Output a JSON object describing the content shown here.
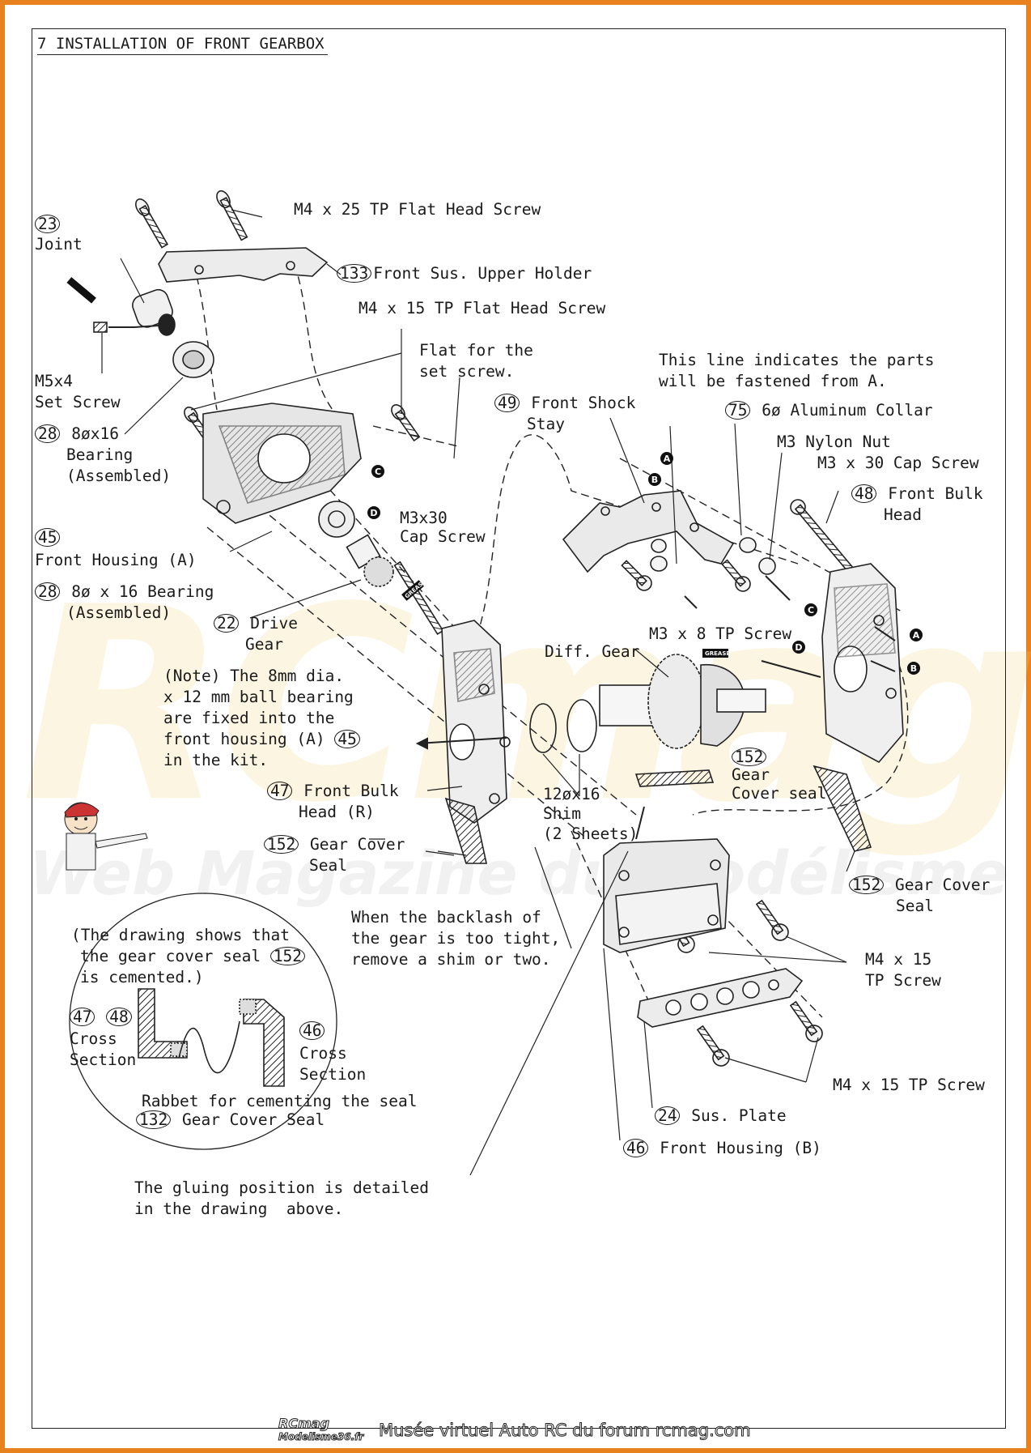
{
  "title": "7 INSTALLATION OF FRONT GEARBOX",
  "labels": {
    "m4x25": "M4 x 25 TP Flat Head Screw",
    "joint_num": "23",
    "joint": "Joint",
    "upper_holder_num": "133",
    "upper_holder": "Front Sus. Upper Holder",
    "m4x15_flat": "M4 x 15 TP Flat Head Screw",
    "flat_line1": "Flat for the",
    "flat_line2": "set screw.",
    "line_a_1": "This line indicates the parts",
    "line_a_2": "will be fastened from A.",
    "set_screw_1": "M5x4",
    "set_screw_2": "Set Screw",
    "bearing1_num": "28",
    "bearing1_1": "8øx16",
    "bearing1_2": "Bearing",
    "bearing1_3": "(Assembled)",
    "shock_stay_num": "49",
    "shock_stay_1": "Front Shock",
    "shock_stay_2": "Stay",
    "collar_num": "75",
    "collar": "6ø Aluminum Collar",
    "nylon_nut": "M3 Nylon Nut",
    "cap_screw_30": "M3 x 30 Cap Screw",
    "bulk_head_num": "48",
    "bulk_head_1": "Front Bulk",
    "bulk_head_2": "Head",
    "m3x30_1": "M3x30",
    "m3x30_2": "Cap Screw",
    "housing_a_num": "45",
    "housing_a": "Front Housing (A)",
    "bearing2_num": "28",
    "bearing2_1": "8ø x 16 Bearing",
    "bearing2_2": "(Assembled)",
    "drive_gear_num": "22",
    "drive_gear_1": "Drive",
    "drive_gear_2": "Gear",
    "m3x8": "M3 x 8 TP Screw",
    "diff_gear": "Diff. Gear",
    "note_1": "(Note) The 8mm dia.",
    "note_2": "x 12 mm ball bearing",
    "note_3": "are fixed into the",
    "note_4": "front housing (A)",
    "note_4_num": "45",
    "note_5": "in the kit.",
    "seal_r_num": "152",
    "seal_r_1": "Gear",
    "seal_r_2": "Cover seal",
    "bulk_r_num": "47",
    "bulk_r_1": "Front Bulk",
    "bulk_r_2": "Head (R)",
    "shim_1": "12øx16",
    "shim_2": "Shim",
    "shim_3": "(2 Sheets)",
    "seal_l_num": "152",
    "seal_l_1": "Gear Cover",
    "seal_l_2": "Seal",
    "seal_rr_num": "152",
    "seal_rr_1": "Gear Cover",
    "seal_rr_2": "Seal",
    "backlash_1": "When the backlash of",
    "backlash_2": "the gear is too tight,",
    "backlash_3": "remove a shim or two.",
    "drawing_1": "(The drawing shows that",
    "drawing_2": "the gear cover seal",
    "drawing_2_num": "152",
    "drawing_3": "is cemented.)",
    "cross_l_num1": "47",
    "cross_l_num2": "48",
    "cross_l_1": "Cross",
    "cross_l_2": "Section",
    "cross_r_num": "46",
    "cross_r_1": "Cross",
    "cross_r_2": "Section",
    "rabbet": "Rabbet for cementing the seal",
    "seal132_num": "132",
    "seal132": "Gear Cover Seal",
    "m4x15_1": "M4 x 15",
    "m4x15_2": "TP Screw",
    "m4x15_b": "M4 x 15 TP Screw",
    "sus_plate_num": "24",
    "sus_plate": "Sus. Plate",
    "housing_b_num": "46",
    "housing_b": "Front Housing (B)",
    "gluing_1": "The gluing position is detailed",
    "gluing_2": "in the drawing  above.",
    "grease": "GREASE",
    "tag_a": "A",
    "tag_b": "B",
    "tag_c": "C",
    "tag_d": "D",
    "footer_logo_1": "RCmag",
    "footer_logo_2": "Modelisme36.fr",
    "footer_text": "Musée virtuel Auto RC du forum rcmag.com",
    "bg_watermark": "RCmag",
    "bg_watermark_2": "Web Magazine du Modélisme RC"
  }
}
